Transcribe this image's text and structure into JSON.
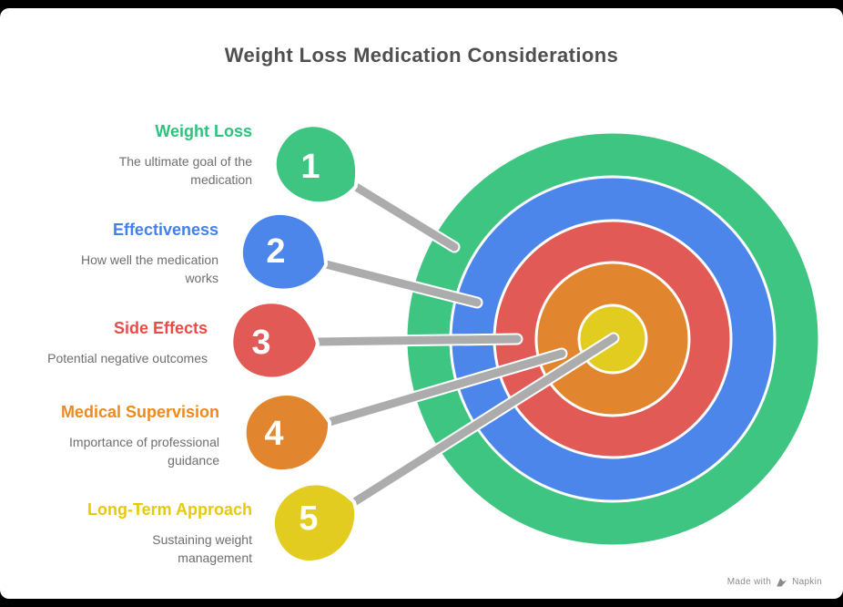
{
  "title": "Weight Loss Medication Considerations",
  "items": [
    {
      "num": "1",
      "label": "Weight Loss",
      "desc": "The ultimate goal of the medication",
      "color": "#3EC581",
      "text_color": "#2EC27E"
    },
    {
      "num": "2",
      "label": "Effectiveness",
      "desc": "How well the medication works",
      "color": "#4C86EB",
      "text_color": "#4480EA"
    },
    {
      "num": "3",
      "label": "Side Effects",
      "desc": "Potential negative outcomes",
      "color": "#E25A55",
      "text_color": "#EA4B45"
    },
    {
      "num": "4",
      "label": "Medical Supervision",
      "desc": "Importance of professional guidance",
      "color": "#E1862E",
      "text_color": "#EC8A1F"
    },
    {
      "num": "5",
      "label": "Long-Term Approach",
      "desc": "Sustaining weight management",
      "color": "#E2CC1F",
      "text_color": "#E7C90B"
    }
  ],
  "target": {
    "rings": [
      {
        "name": "outer",
        "color": "#3EC581"
      },
      {
        "name": "ring2",
        "color": "#4C86EB"
      },
      {
        "name": "ring3",
        "color": "#E25A55"
      },
      {
        "name": "ring4",
        "color": "#E1862E"
      },
      {
        "name": "bullseye",
        "color": "#E2CC1F"
      }
    ]
  },
  "connector": {
    "color": "#ACACAC",
    "casing_color": "#FFFFFF"
  },
  "footer": {
    "prefix": "Made with",
    "brand": "Napkin"
  }
}
